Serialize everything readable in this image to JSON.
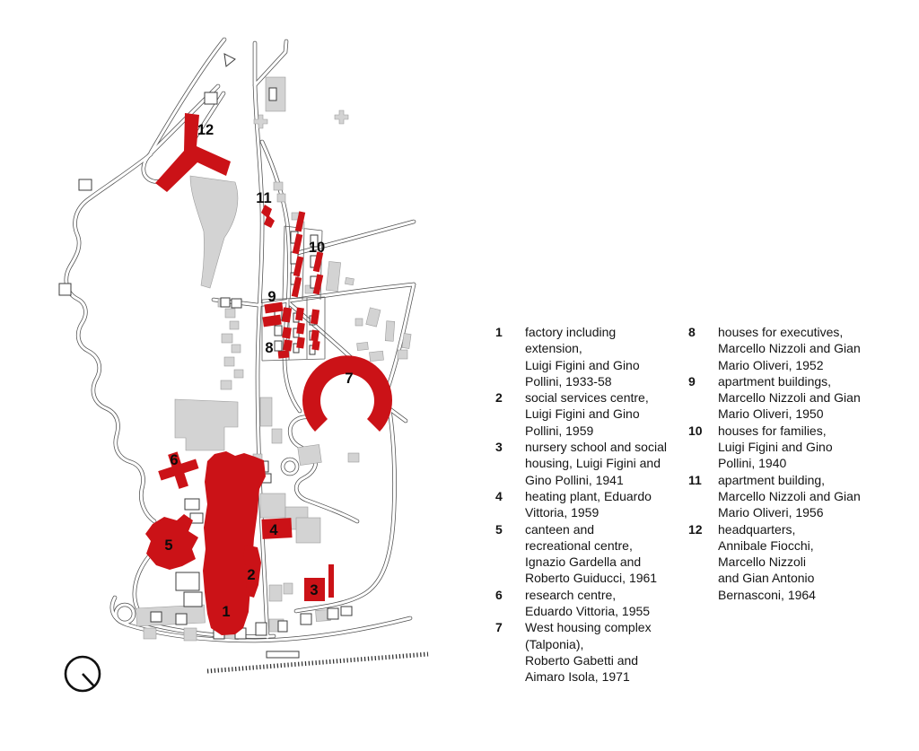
{
  "map": {
    "colors": {
      "building_red": "#cb1217",
      "building_gray": "#d3d3d3",
      "outline_dark": "#3c3c3c",
      "road_line": "#4d4d4d"
    },
    "markers": [
      {
        "label": "1"
      },
      {
        "label": "2"
      },
      {
        "label": "3"
      },
      {
        "label": "4"
      },
      {
        "label": "5"
      },
      {
        "label": "6"
      },
      {
        "label": "7"
      },
      {
        "label": "8"
      },
      {
        "label": "9"
      },
      {
        "label": "10"
      },
      {
        "label": "11"
      },
      {
        "label": "12"
      }
    ]
  },
  "legend": {
    "columns": [
      {
        "items": [
          {
            "num": "1",
            "lines": [
              "factory including",
              "extension,",
              "Luigi Figini and Gino",
              "Pollini, 1933-58"
            ]
          },
          {
            "num": "2",
            "lines": [
              "social services centre,",
              "Luigi Figini and Gino",
              "Pollini, 1959"
            ]
          },
          {
            "num": "3",
            "lines": [
              "nursery school and social",
              "housing, Luigi Figini and",
              "Gino Pollini, 1941"
            ]
          },
          {
            "num": "4",
            "lines": [
              "heating plant, Eduardo",
              "Vittoria, 1959"
            ]
          },
          {
            "num": "5",
            "lines": [
              "canteen and",
              "recreational centre,",
              "Ignazio Gardella and",
              "Roberto Guiducci, 1961"
            ]
          },
          {
            "num": "6",
            "lines": [
              "research centre,",
              "Eduardo Vittoria, 1955"
            ]
          },
          {
            "num": "7",
            "lines": [
              "West housing complex",
              "(Talponia),",
              "Roberto Gabetti and",
              "Aimaro Isola, 1971"
            ]
          }
        ]
      },
      {
        "items": [
          {
            "num": "8",
            "lines": [
              "houses for executives,",
              "Marcello Nizzoli and Gian",
              "Mario Oliveri, 1952"
            ]
          },
          {
            "num": "9",
            "lines": [
              "apartment buildings,",
              "Marcello Nizzoli and Gian",
              "Mario Oliveri, 1950"
            ]
          },
          {
            "num": "10",
            "lines": [
              "houses for families,",
              "Luigi Figini and Gino",
              "Pollini, 1940"
            ]
          },
          {
            "num": "11",
            "lines": [
              "apartment building,",
              "Marcello Nizzoli and Gian",
              "Mario Oliveri, 1956"
            ]
          },
          {
            "num": "12",
            "lines": [
              "headquarters,",
              "Annibale Fiocchi,",
              "Marcello Nizzoli",
              "and Gian Antonio",
              "Bernasconi, 1964"
            ]
          }
        ]
      }
    ]
  }
}
